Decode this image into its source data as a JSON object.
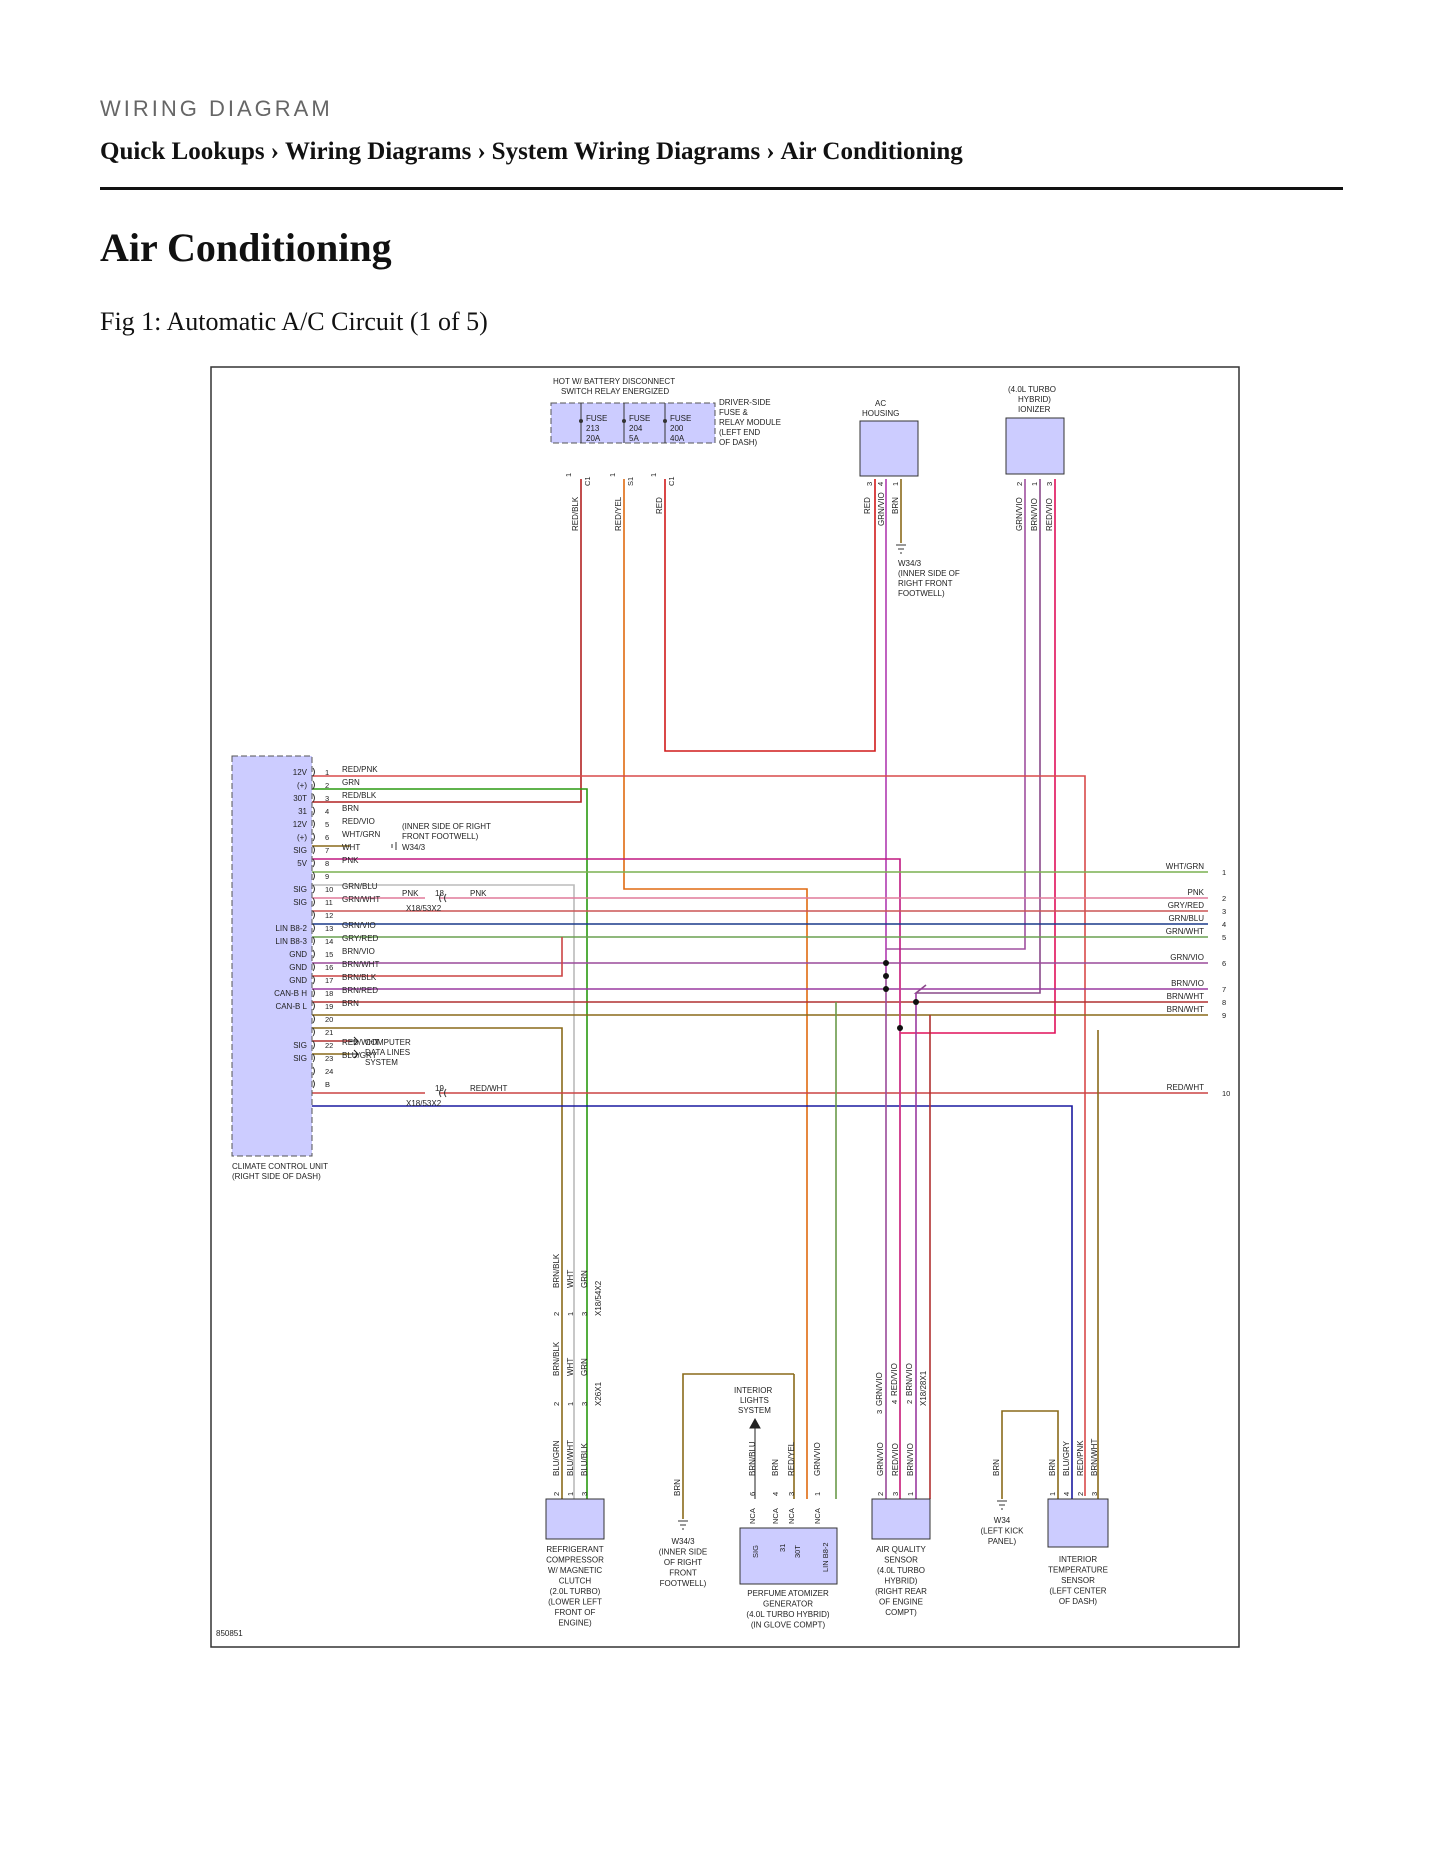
{
  "header": {
    "kicker": "WIRING DIAGRAM",
    "breadcrumb": [
      {
        "label": "Quick Lookups"
      },
      {
        "label": "Wiring Diagrams"
      },
      {
        "label": "System Wiring Diagrams"
      },
      {
        "label": "Air Conditioning"
      }
    ],
    "separator": "›"
  },
  "page_title": "Air Conditioning",
  "figure_caption": "Fig 1: Automatic A/C Circuit (1 of 5)",
  "diagram": {
    "figure_id": "850851",
    "top_note": [
      "HOT W/ BATTERY DISCONNECT",
      "SWITCH RELAY ENERGIZED"
    ],
    "fuse_module_label": [
      "DRIVER-SIDE",
      "FUSE &",
      "RELAY MODULE",
      "(LEFT END",
      "OF DASH)"
    ],
    "fuses": [
      {
        "name": "FUSE",
        "num": "213",
        "amp": "20A",
        "pin": "1",
        "conn": "C1",
        "wire": "RED/BLK"
      },
      {
        "name": "FUSE",
        "num": "204",
        "amp": "5A",
        "pin": "1",
        "conn": "S1",
        "wire": "RED/YEL"
      },
      {
        "name": "FUSE",
        "num": "200",
        "amp": "40A",
        "pin": "1",
        "conn": "C1",
        "wire": "RED"
      }
    ],
    "ac_housing": {
      "label": [
        "AC",
        "HOUSING"
      ],
      "pins": [
        "3",
        "4",
        "1"
      ],
      "wires": [
        "RED",
        "GRN/VIO",
        "BRN"
      ]
    },
    "ionizer": {
      "label": [
        "(4.0L TURBO",
        "HYBRID)",
        "IONIZER"
      ],
      "pins": [
        "2",
        "1",
        "3"
      ],
      "wires": [
        "GRN/VIO",
        "BRN/VIO",
        "RED/VIO"
      ]
    },
    "ground_w343_top": [
      "W34/3",
      "(INNER SIDE OF",
      "RIGHT FRONT",
      "FOOTWELL)"
    ],
    "ccu": {
      "label": [
        "CLIMATE CONTROL UNIT",
        "(RIGHT SIDE OF DASH)"
      ],
      "left_labels": [
        {
          "pin": "1",
          "text": "12V"
        },
        {
          "pin": "2",
          "text": "(+)"
        },
        {
          "pin": "3",
          "text": "30T"
        },
        {
          "pin": "4",
          "text": "31"
        },
        {
          "pin": "5",
          "text": "12V"
        },
        {
          "pin": "6",
          "text": "(+)"
        },
        {
          "pin": "7",
          "text": "SIG"
        },
        {
          "pin": "8",
          "text": "5V"
        },
        {
          "pin": "10",
          "text": "SIG"
        },
        {
          "pin": "11",
          "text": "SIG"
        },
        {
          "pin": "13",
          "text": "LIN B8-2"
        },
        {
          "pin": "14",
          "text": "LIN B8-3"
        },
        {
          "pin": "15",
          "text": "GND"
        },
        {
          "pin": "16",
          "text": "GND"
        },
        {
          "pin": "17",
          "text": "GND"
        },
        {
          "pin": "18",
          "text": "CAN-B H"
        },
        {
          "pin": "19",
          "text": "CAN-B L"
        },
        {
          "pin": "22",
          "text": "SIG"
        },
        {
          "pin": "23",
          "text": "SIG"
        }
      ],
      "pins": [
        "1",
        "2",
        "3",
        "4",
        "5",
        "6",
        "7",
        "8",
        "9",
        "10",
        "11",
        "12",
        "13",
        "14",
        "15",
        "16",
        "17",
        "18",
        "19",
        "20",
        "21",
        "22",
        "23",
        "24",
        "B"
      ],
      "wires": {
        "1": "RED/PNK",
        "2": "GRN",
        "3": "RED/BLK",
        "4": "BRN",
        "5": "RED/VIO",
        "6": "WHT/GRN",
        "7": "WHT",
        "8": "PNK",
        "10": "GRN/BLU",
        "11": "GRN/WHT",
        "13": "GRN/VIO",
        "14": "GRY/RED",
        "15": "BRN/VIO",
        "16": "BRN/WHT",
        "17": "BRN/BLK",
        "18": "BRN/RED",
        "19": "BRN",
        "22": "RED/WHT",
        "23": "BLU/GRY"
      }
    },
    "inner_ground_note": [
      "(INNER SIDE OF RIGHT",
      "FRONT FOOTWELL)",
      "W34/3"
    ],
    "connector_x18_53x2": {
      "label": "X18/53X2",
      "pin_a": "18",
      "pin_b": "19",
      "wire_a": "PNK",
      "wire_b": "RED/WHT"
    },
    "computer_data_lines": [
      "COMPUTER",
      "DATA LINES",
      "SYSTEM"
    ],
    "right_edge": [
      {
        "num": "1",
        "wire": "WHT/GRN"
      },
      {
        "num": "2",
        "wire": "PNK"
      },
      {
        "num": "3",
        "wire": "GRY/RED"
      },
      {
        "num": "4",
        "wire": "GRN/BLU"
      },
      {
        "num": "5",
        "wire": "GRN/WHT"
      },
      {
        "num": "6",
        "wire": "GRN/VIO"
      },
      {
        "num": "7",
        "wire": "BRN/VIO"
      },
      {
        "num": "8",
        "wire": "BRN/WHT"
      },
      {
        "num": "9",
        "wire": "BRN/WHT"
      },
      {
        "num": "10",
        "wire": "RED/WHT"
      }
    ],
    "connector_x18_54x2": {
      "label": "X18/54X2",
      "pins": [
        "2",
        "1",
        "3"
      ],
      "wires": [
        "BRN/BLK",
        "WHT",
        "GRN"
      ]
    },
    "connector_x26x1": {
      "label": "X26X1",
      "pins": [
        "2",
        "1",
        "3"
      ],
      "wires": [
        "BRN/BLK",
        "WHT",
        "GRN"
      ]
    },
    "connector_x18_28x1": {
      "label": "X18/28X1",
      "pins": [
        "3",
        "4",
        "2"
      ],
      "wires": [
        "GRN/VIO",
        "RED/VIO",
        "BRN/VIO"
      ]
    },
    "compressor": {
      "label": [
        "REFRIGERANT",
        "COMPRESSOR",
        "W/ MAGNETIC",
        "CLUTCH",
        "(2.0L TURBO)",
        "(LOWER LEFT",
        "FRONT OF",
        "ENGINE)"
      ],
      "pins": [
        "2",
        "1",
        "3"
      ],
      "wires": [
        "BLU/GRN",
        "BLU/WHT",
        "BLU/BLK"
      ]
    },
    "ground_w343_bottom": {
      "wire": "BRN",
      "label": [
        "W34/3",
        "(INNER SIDE",
        "OF RIGHT",
        "FRONT",
        "FOOTWELL)"
      ]
    },
    "interior_lights": [
      "INTERIOR",
      "LIGHTS",
      "SYSTEM"
    ],
    "perfume": {
      "label": [
        "PERFUME ATOMIZER",
        "GENERATOR",
        "(4.0L TURBO HYBRID)",
        "(IN GLOVE COMPT)"
      ],
      "pins": [
        "6",
        "4",
        "3",
        "1"
      ],
      "wires": [
        "BRN/BLU",
        "BRN",
        "RED/YEL",
        "GRN/VIO"
      ],
      "nca": [
        "NCA",
        "NCA",
        "NCA",
        "NCA"
      ],
      "inner": [
        "SIG",
        "31",
        "30T",
        "LIN B8-2"
      ]
    },
    "air_quality": {
      "label": [
        "AIR QUALITY",
        "SENSOR",
        "(4.0L TURBO",
        "HYBRID)",
        "(RIGHT REAR",
        "OF ENGINE",
        "COMPT)"
      ],
      "pins": [
        "2",
        "3",
        "1"
      ],
      "wires": [
        "GRN/VIO",
        "RED/VIO",
        "BRN/VIO"
      ]
    },
    "ground_w34": {
      "wire": "BRN",
      "label": [
        "W34",
        "(LEFT KICK",
        "PANEL)"
      ]
    },
    "interior_temp": {
      "label": [
        "INTERIOR",
        "TEMPERATURE",
        "SENSOR",
        "(LEFT CENTER",
        "OF DASH)"
      ],
      "pins": [
        "1",
        "4",
        "2",
        "3"
      ],
      "wires": [
        "BRN",
        "BLU/GRY",
        "RED/PNK",
        "BRN/WHT"
      ]
    }
  }
}
